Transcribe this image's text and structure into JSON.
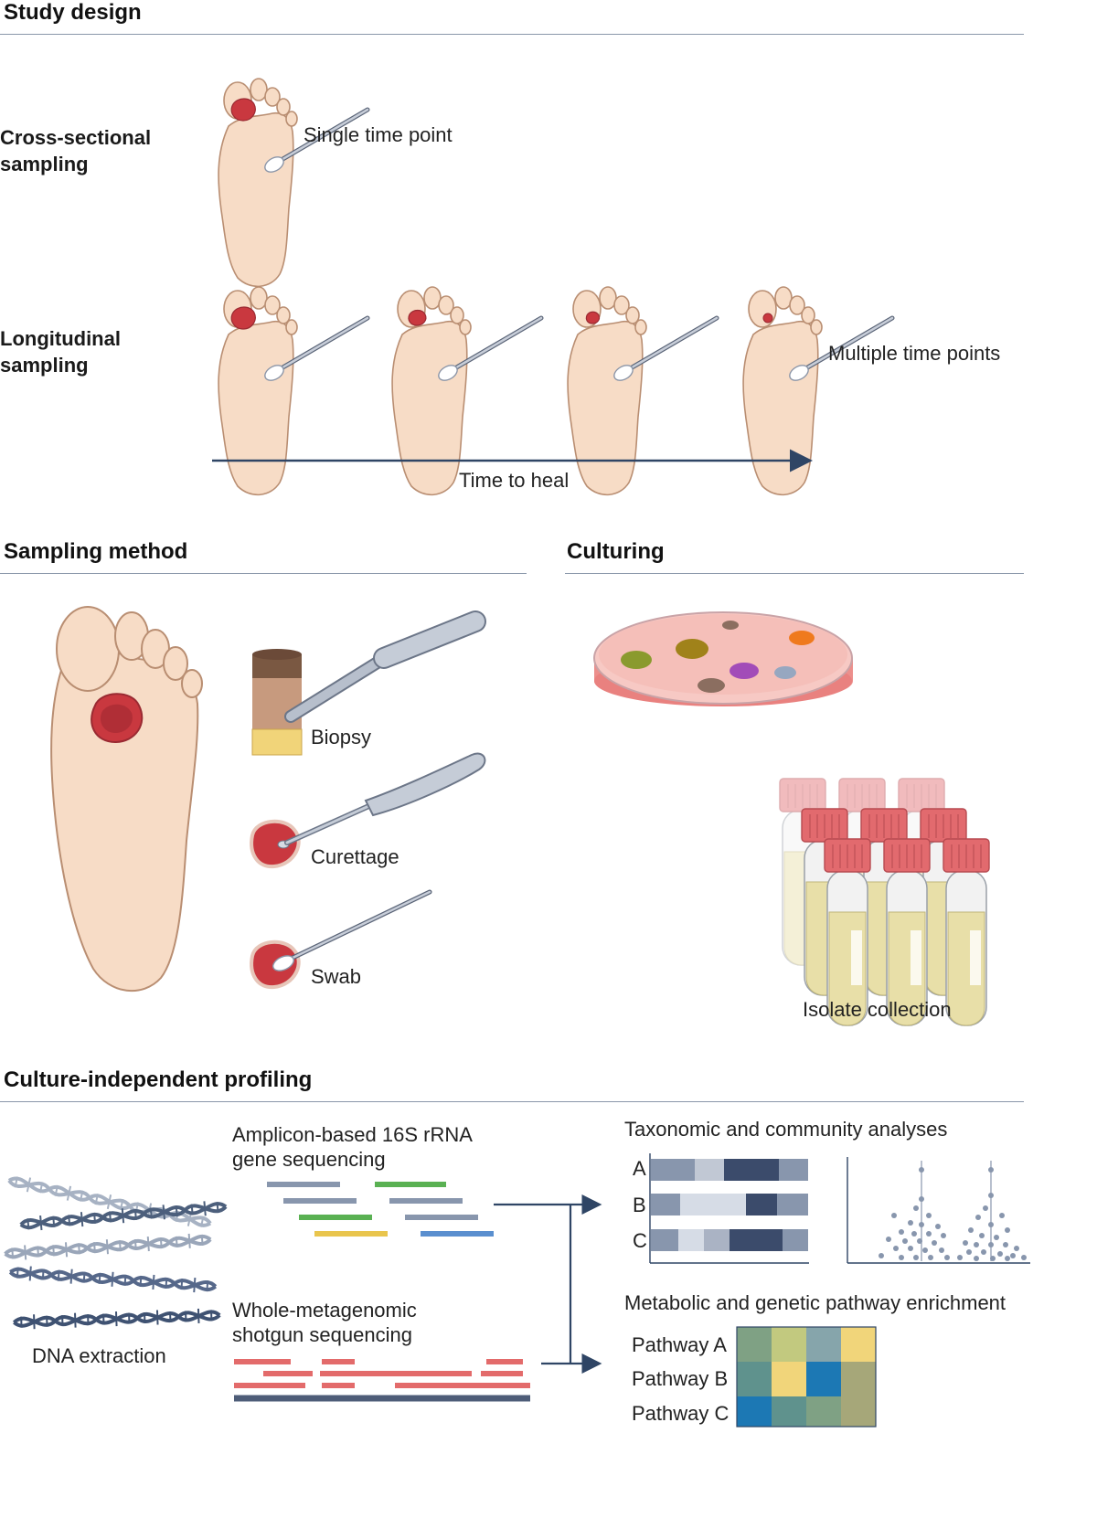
{
  "study_design": {
    "title": "Study design",
    "cross_sectional": {
      "line1": "Cross-sectional",
      "line2": "sampling",
      "caption": "Single time point"
    },
    "longitudinal": {
      "line1": "Longitudinal",
      "line2": "sampling",
      "caption": "Multiple time points"
    },
    "axis_label": "Time to heal"
  },
  "sampling_method": {
    "title": "Sampling method",
    "methods": [
      "Biopsy",
      "Curettage",
      "Swab"
    ]
  },
  "culturing": {
    "title": "Culturing",
    "isolate_label": "Isolate collection"
  },
  "profiling": {
    "title": "Culture-independent profiling",
    "dna_label": "DNA extraction",
    "amplicon": {
      "line1": "Amplicon-based 16S rRNA",
      "line2": "gene sequencing"
    },
    "shotgun": {
      "line1": "Whole-metagenomic",
      "line2": "shotgun sequencing"
    },
    "taxonomic_title": "Taxonomic and community analyses",
    "bar_rows": [
      "A",
      "B",
      "C"
    ],
    "pathway_title": "Metabolic and genetic pathway enrichment",
    "pathways": [
      "Pathway A",
      "Pathway B",
      "Pathway C"
    ]
  },
  "colors": {
    "rule": "#8a97aa",
    "arrow": "#2f4565",
    "skin": "#f7dcc6",
    "skin_outline": "#b98e72",
    "wound": "#c9383f",
    "navy": "#3b4b6b",
    "slate": "#8896ad",
    "pale": "#d6dce6"
  }
}
